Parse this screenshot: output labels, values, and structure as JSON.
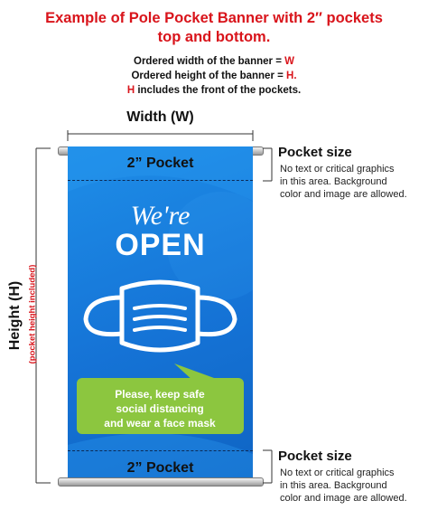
{
  "header": {
    "title_line1": "Example of Pole Pocket Banner with 2″ pockets",
    "title_line2": "top and bottom.",
    "width_line_text": "Ordered width of the banner = ",
    "width_line_var": "W",
    "height_line_text": "Ordered height of the banner = ",
    "height_line_var": "H.",
    "includes_var": "H",
    "includes_text": " includes the front of the pockets."
  },
  "dimensions": {
    "width_label": "Width (W)",
    "height_label": "Height (H)",
    "height_note": "(pocket height included)"
  },
  "banner": {
    "top_pocket_label": "2” Pocket",
    "bottom_pocket_label": "2” Pocket",
    "were": "We're",
    "open": "OPEN",
    "message_line1": "Please, keep safe",
    "message_line2": "social distancing",
    "message_line3": "and wear a face mask",
    "colors": {
      "banner_blue": "#1573d6",
      "bubble_green": "#8cc63f",
      "accent_red": "#d9141b"
    }
  },
  "pocket_info": {
    "top_heading": "Pocket size",
    "top_line1": "No text or critical graphics",
    "top_line2": "in this area. Background",
    "top_line3": "color and image are allowed.",
    "bottom_heading": "Pocket size",
    "bottom_line1": "No text or critical graphics",
    "bottom_line2": "in this area. Background",
    "bottom_line3": "color and image are allowed."
  }
}
